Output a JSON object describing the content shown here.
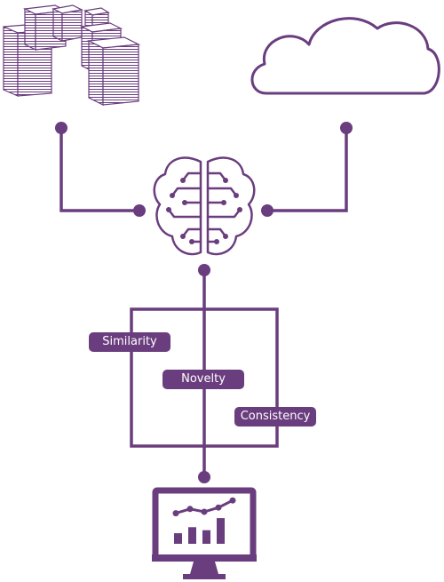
{
  "labels": {
    "similarity": "Similarity",
    "novelty": "Novelty",
    "consistency": "Consistency"
  },
  "icons": {
    "documents": "document-stacks-icon",
    "cloud": "cloud-icon",
    "brain": "circuit-brain-icon",
    "monitor": "analytics-monitor-icon"
  },
  "colors": {
    "accent": "#6a3d7e",
    "background": "#ffffff"
  },
  "monitor_chart": {
    "bars": [
      0.35,
      0.55,
      0.45,
      0.85
    ],
    "line": [
      0.45,
      0.6,
      0.5,
      0.65,
      0.9
    ]
  }
}
